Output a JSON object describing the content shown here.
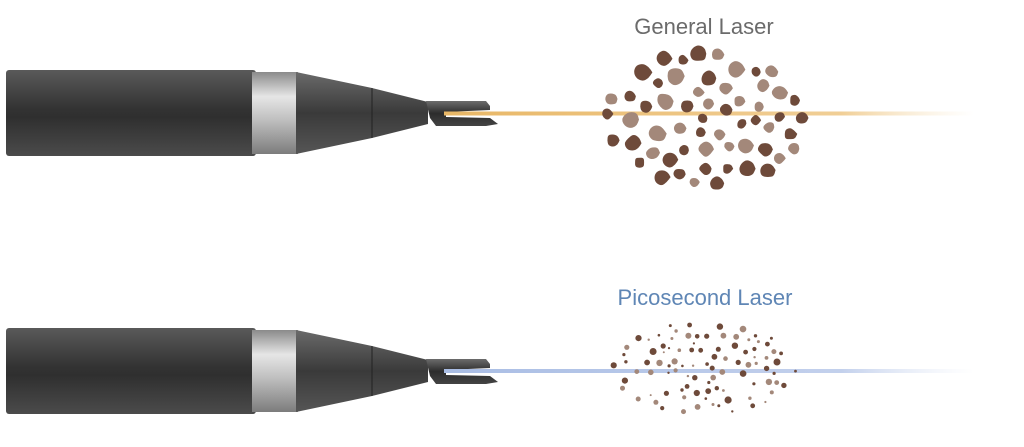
{
  "panels": [
    {
      "label": "General Laser",
      "label_color": "#6b6b6b",
      "beam_color": "#e8b766",
      "particle_size": "large"
    },
    {
      "label": "Picosecond Laser",
      "label_color": "#5f86b5",
      "beam_color": "#a9bde4",
      "particle_size": "fine"
    }
  ],
  "colors": {
    "handpiece_body": "#3a3a3a",
    "handpiece_ring": "#b9b9b9",
    "pigment_dark": "#6e4a3a",
    "pigment_light": "#a3887a"
  }
}
